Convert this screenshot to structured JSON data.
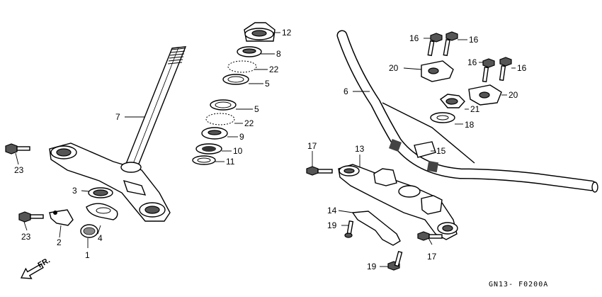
{
  "diagram_code": "GN13- F0200A",
  "direction_label": "FR.",
  "callouts": {
    "c1": "1",
    "c2": "2",
    "c3": "3",
    "c4": "4",
    "c5a": "5",
    "c5b": "5",
    "c6": "6",
    "c7": "7",
    "c8": "8",
    "c9": "9",
    "c10": "10",
    "c11": "11",
    "c12": "12",
    "c13": "13",
    "c14": "14",
    "c15": "15",
    "c16a": "16",
    "c16b": "16",
    "c16c": "16",
    "c16d": "16",
    "c17a": "17",
    "c17b": "17",
    "c18": "18",
    "c19a": "19",
    "c19b": "19",
    "c20a": "20",
    "c20b": "20",
    "c21": "21",
    "c22a": "22",
    "c22b": "22",
    "c23a": "23",
    "c23b": "23"
  }
}
